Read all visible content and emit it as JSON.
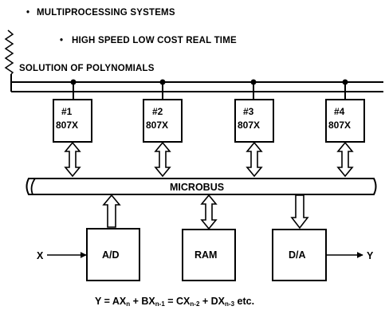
{
  "bullets": [
    "MULTIPROCESSING SYSTEMS",
    "HIGH SPEED LOW COST REAL TIME",
    "SOLUTION OF POLYNOMIALS"
  ],
  "bullet_symbol": "•",
  "processors": [
    {
      "id": "#1",
      "part": "807X"
    },
    {
      "id": "#2",
      "part": "807X"
    },
    {
      "id": "#3",
      "part": "807X"
    },
    {
      "id": "#4",
      "part": "807X"
    }
  ],
  "bus_label": "MICROBUS",
  "blocks": {
    "adc": "A/D",
    "ram": "RAM",
    "dac": "D/A"
  },
  "input_label": "X",
  "output_label": "Y",
  "equation": {
    "lhs": "Y = AX",
    "t1_sub": "n",
    "p1": " + BX",
    "t2_sub": "n-1",
    "p2": " = CX",
    "t3_sub": "n-2",
    "p3": " + DX",
    "t4_sub": "n-3",
    "tail": " etc."
  }
}
